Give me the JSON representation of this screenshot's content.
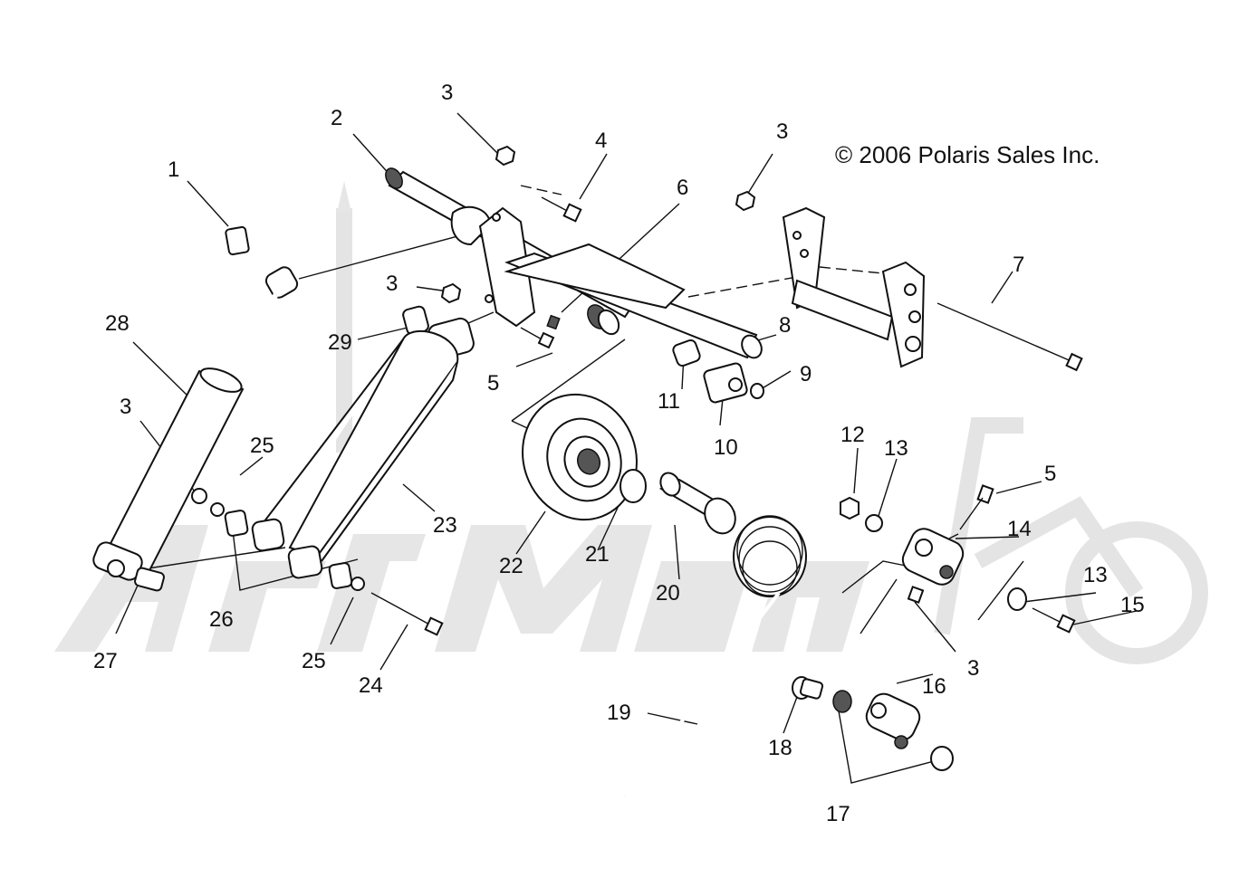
{
  "copyright": "© 2006 Polaris Sales Inc.",
  "watermark_logo": "ArctiMoto",
  "callouts": [
    {
      "id": "c1",
      "text": "1"
    },
    {
      "id": "c2",
      "text": "2"
    },
    {
      "id": "c3a",
      "text": "3"
    },
    {
      "id": "c4",
      "text": "4"
    },
    {
      "id": "c6",
      "text": "6"
    },
    {
      "id": "c3b",
      "text": "3"
    },
    {
      "id": "c7",
      "text": "7"
    },
    {
      "id": "c3c",
      "text": "3"
    },
    {
      "id": "c28",
      "text": "28"
    },
    {
      "id": "c29",
      "text": "29"
    },
    {
      "id": "c8",
      "text": "8"
    },
    {
      "id": "c5a",
      "text": "5"
    },
    {
      "id": "c9",
      "text": "9"
    },
    {
      "id": "c11",
      "text": "11"
    },
    {
      "id": "c3d",
      "text": "3"
    },
    {
      "id": "c10",
      "text": "10"
    },
    {
      "id": "c25a",
      "text": "25"
    },
    {
      "id": "c12",
      "text": "12"
    },
    {
      "id": "c13a",
      "text": "13"
    },
    {
      "id": "c5b",
      "text": "5"
    },
    {
      "id": "c23",
      "text": "23"
    },
    {
      "id": "c14",
      "text": "14"
    },
    {
      "id": "c22",
      "text": "22"
    },
    {
      "id": "c21",
      "text": "21"
    },
    {
      "id": "c13b",
      "text": "13"
    },
    {
      "id": "c20",
      "text": "20"
    },
    {
      "id": "c15",
      "text": "15"
    },
    {
      "id": "c26",
      "text": "26"
    },
    {
      "id": "c27",
      "text": "27"
    },
    {
      "id": "c25b",
      "text": "25"
    },
    {
      "id": "c3e",
      "text": "3"
    },
    {
      "id": "c24",
      "text": "24"
    },
    {
      "id": "c16",
      "text": "16"
    },
    {
      "id": "c19",
      "text": "19"
    },
    {
      "id": "c18",
      "text": "18"
    },
    {
      "id": "c17",
      "text": "17"
    }
  ]
}
